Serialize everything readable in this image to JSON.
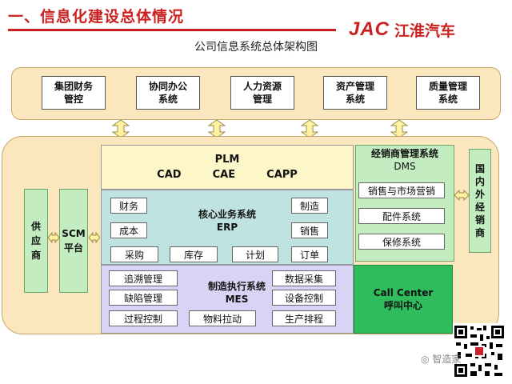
{
  "header": {
    "title": "一、信息化建设总体情况",
    "logo_latin": "JAC",
    "logo_cn": "江淮汽车"
  },
  "diagram": {
    "title": "公司信息系统总体架构图",
    "top_systems": [
      [
        "集团财务",
        "管控"
      ],
      [
        "协同办公",
        "系统"
      ],
      [
        "人力资源",
        "管理"
      ],
      [
        "资产管理",
        "系统"
      ],
      [
        "质量管理",
        "系统"
      ]
    ],
    "supplier": [
      "供",
      "应",
      "商"
    ],
    "scm": [
      "SCM",
      "平台"
    ],
    "plm": {
      "title": "PLM",
      "items": [
        "CAD",
        "CAE",
        "CAPP"
      ]
    },
    "erp": {
      "title": "核心业务系统",
      "subtitle": "ERP",
      "left": [
        "财务",
        "成本",
        "采购"
      ],
      "right": [
        "制造",
        "销售",
        "订单"
      ],
      "bottom": [
        "库存",
        "计划"
      ]
    },
    "mes": {
      "title": "制造执行系统",
      "subtitle": "MES",
      "left": [
        "追溯管理",
        "缺陷管理",
        "过程控制"
      ],
      "right": [
        "数据采集",
        "设备控制",
        "生产排程"
      ],
      "center": "物料拉动"
    },
    "dms": {
      "title": "经销商管理系统",
      "subtitle": "DMS",
      "items": [
        "销售与市场营销",
        "配件系统",
        "保修系统"
      ]
    },
    "dealers": [
      "国",
      "内",
      "外",
      "经",
      "销",
      "商"
    ],
    "call_center": {
      "title": "Call Center",
      "subtitle": "呼叫中心"
    }
  },
  "watermark": "智造家",
  "colors": {
    "title_red": "#cc1f1f",
    "panel": "#fbe7bd",
    "green": "#c3ecc0",
    "erp_teal": "#bfe3e0",
    "plm_yellow": "#fcf6c8",
    "mes_lavender": "#d9d4f5",
    "call_green": "#2ebc5c",
    "arrow_fill": "#fff3a0"
  }
}
